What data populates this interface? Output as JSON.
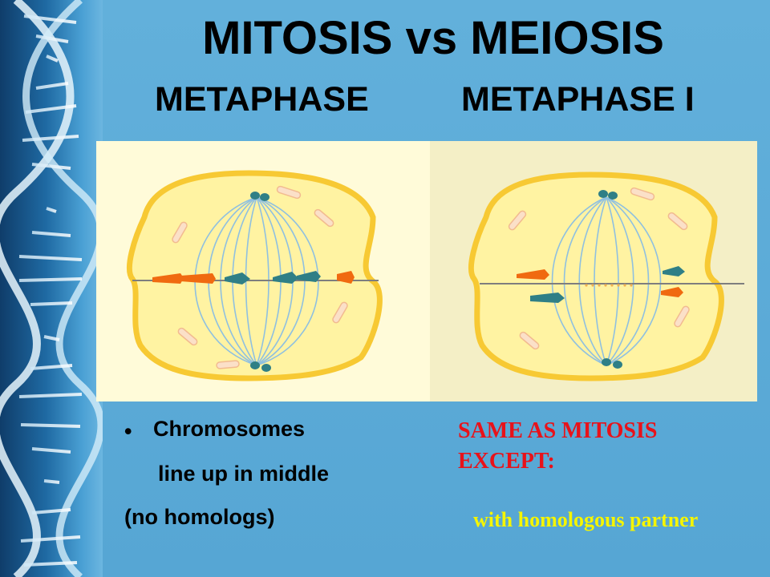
{
  "title": "MITOSIS vs MEIOSIS",
  "subtitles": {
    "left": "METAPHASE",
    "right": "METAPHASE I"
  },
  "bullets": {
    "marker": "•",
    "line1": "Chromosomes",
    "line2": "line up in middle",
    "line3": "(no homologs)"
  },
  "meiosis_note": {
    "line1": "SAME AS MITOSIS",
    "line2": "EXCEPT:",
    "detail": "with homologous partner"
  },
  "colors": {
    "background": "#5aa9d6",
    "title_text": "#000000",
    "note_red": "#e8121a",
    "note_yellow": "#f5f500",
    "cell_outline": "#f7c933",
    "cell_fill": "#fff4a8",
    "spindle": "#8fc0e0",
    "chromosome_orange": "#f06a10",
    "chromosome_teal": "#2f7f86"
  }
}
